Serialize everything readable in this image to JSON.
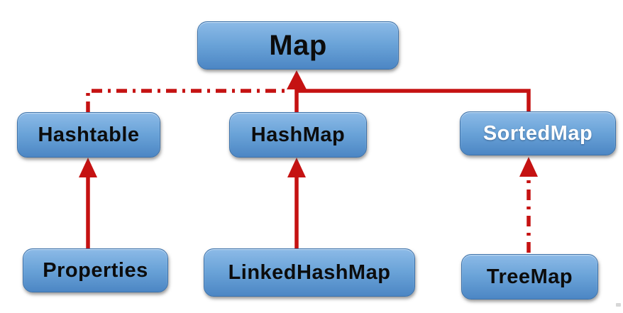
{
  "diagram": {
    "nodes": {
      "map": {
        "label": "Map"
      },
      "hashtable": {
        "label": "Hashtable"
      },
      "hashmap": {
        "label": "HashMap"
      },
      "sortedmap": {
        "label": "SortedMap"
      },
      "properties": {
        "label": "Properties"
      },
      "linkedhashmap": {
        "label": "LinkedHashMap"
      },
      "treemap": {
        "label": "TreeMap"
      }
    },
    "edges": [
      {
        "from": "Hashtable",
        "to": "Map",
        "style": "dash-dot",
        "arrowhead": false
      },
      {
        "from": "HashMap",
        "to": "Map",
        "style": "solid",
        "arrowhead": true
      },
      {
        "from": "SortedMap",
        "to": "Map",
        "style": "solid",
        "arrowhead": false
      },
      {
        "from": "Properties",
        "to": "Hashtable",
        "style": "solid",
        "arrowhead": true
      },
      {
        "from": "LinkedHashMap",
        "to": "HashMap",
        "style": "solid",
        "arrowhead": true
      },
      {
        "from": "TreeMap",
        "to": "SortedMap",
        "style": "dash-dot",
        "arrowhead": true
      }
    ],
    "colors": {
      "box_gradient_top": "#8cbae7",
      "box_gradient_bottom": "#4c86c4",
      "arrow": "#c51212",
      "label_dark": "#0c0c0c",
      "label_light": "#ffffff",
      "background": "#ffffff"
    }
  }
}
